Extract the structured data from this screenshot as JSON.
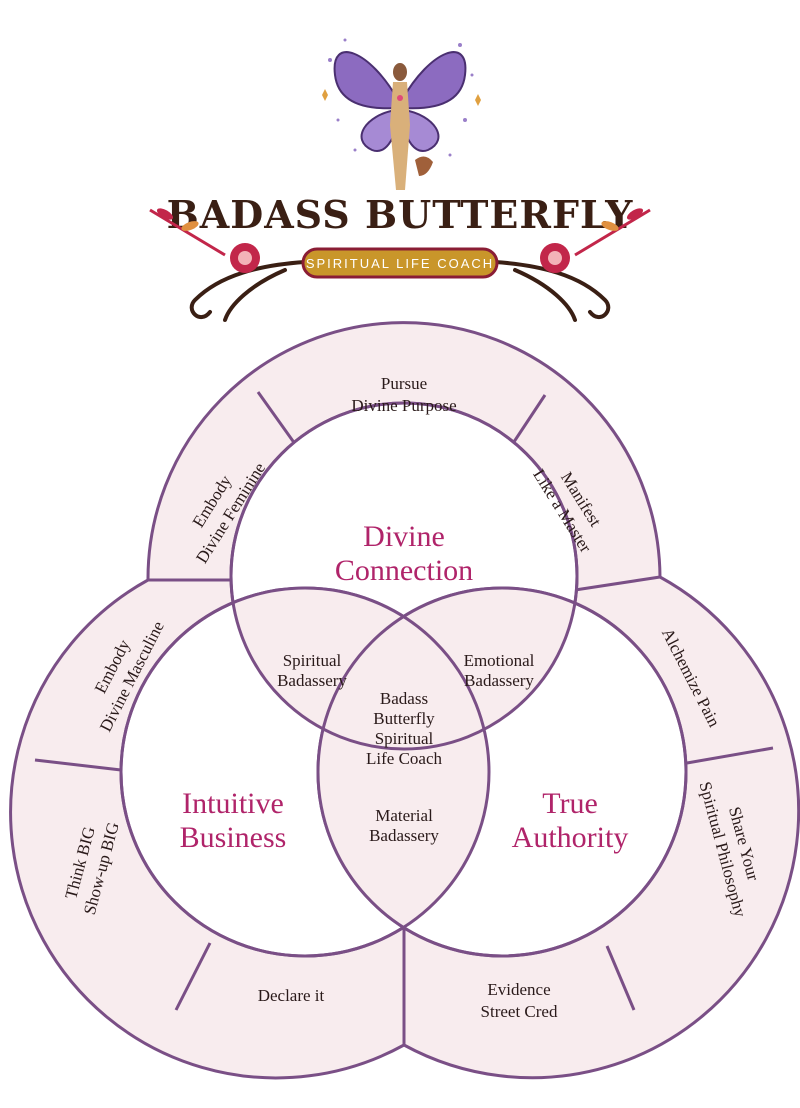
{
  "brand": {
    "name": "BADASS BUTTERFLY",
    "tagline": "SPIRITUAL LIFE COACH"
  },
  "colors": {
    "outline": "#7a4f86",
    "fill": "#f8ecee",
    "accent_text": "#b0246a",
    "dark_text": "#2a1a1a",
    "ribbon": "#c9962a",
    "ribbon_border": "#8a1d35",
    "wing": "#8c6bc0",
    "flower": "#c2264a"
  },
  "diagram": {
    "circles": {
      "top": [
        "Divine",
        "Connection"
      ],
      "left": [
        "Intuitive",
        "Business"
      ],
      "right": [
        "True",
        "Authority"
      ]
    },
    "overlaps": {
      "top_left": [
        "Spiritual",
        "Badassery"
      ],
      "top_right": [
        "Emotional",
        "Badassery"
      ],
      "bottom": [
        "Material",
        "Badassery"
      ],
      "center": [
        "Badass",
        "Butterfly",
        "Spiritual",
        "Life Coach"
      ]
    },
    "ring_segments": {
      "pursue": [
        "Pursue",
        "Divine Purpose"
      ],
      "manifest": [
        "Manifest",
        "Like a Master"
      ],
      "embody_feminine": [
        "Embody",
        "Divine Feminine"
      ],
      "alchemize": [
        "Alchemize Pain"
      ],
      "embody_masculine": [
        "Embody",
        "Divine Masculine"
      ],
      "share": [
        "Share Your",
        "Spiritual Philosophy"
      ],
      "think_big": [
        "Think BIG",
        "Show-up BIG"
      ],
      "declare": [
        "Declare it"
      ],
      "evidence": [
        "Evidence",
        "Street Cred"
      ]
    }
  }
}
